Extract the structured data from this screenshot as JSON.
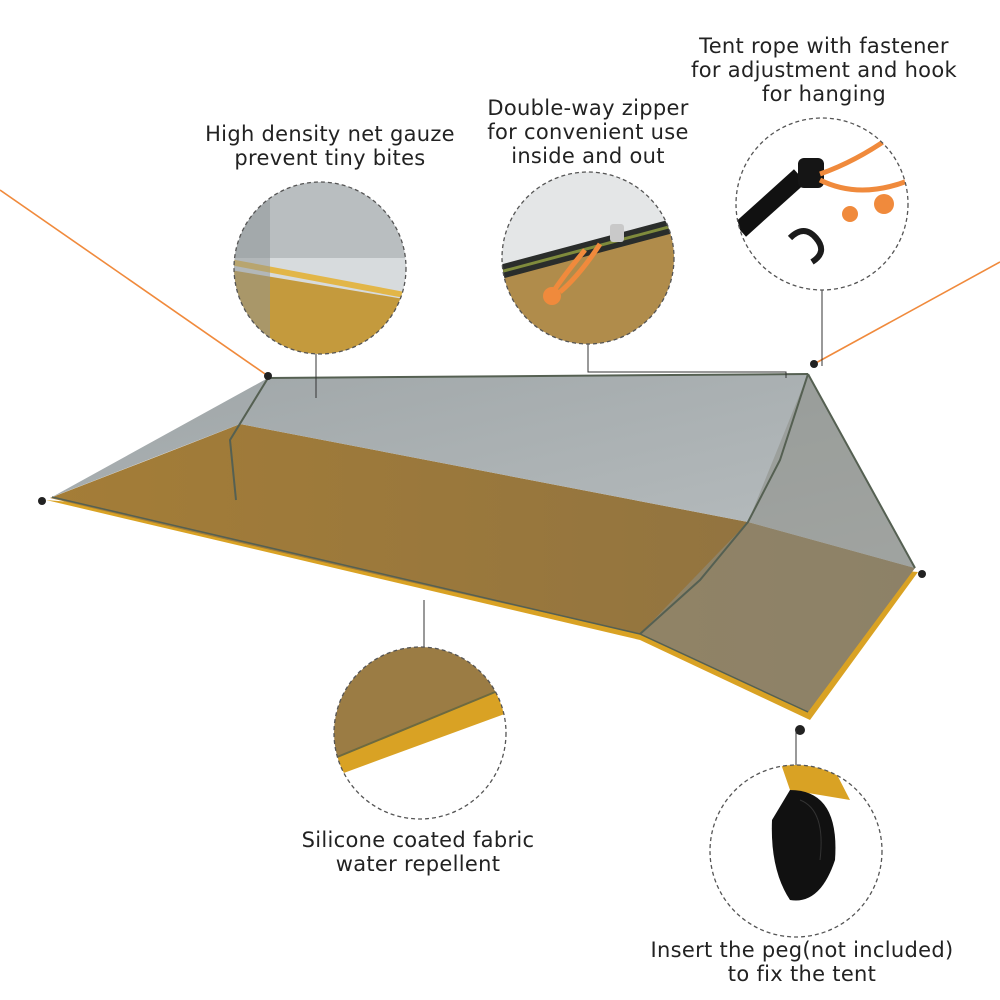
{
  "image": {
    "subject": "mosquito net tent",
    "colors": {
      "mesh": "#8d9496",
      "mesh_light": "#d7dbdd",
      "floor": "#a57f3a",
      "floor_edge": "#d9a224",
      "rope": "#f08a3c",
      "callout_border": "#555555",
      "webbing": "#111111"
    }
  },
  "callouts": [
    {
      "id": "gauze",
      "lines": [
        "High density net gauze",
        "prevent tiny bites"
      ]
    },
    {
      "id": "zipper",
      "lines": [
        "Double-way zipper",
        "for convenient use",
        "inside and out"
      ]
    },
    {
      "id": "rope",
      "lines": [
        "Tent rope with fastener",
        "for adjustment and hook",
        "for hanging"
      ]
    },
    {
      "id": "fabric",
      "lines": [
        "Silicone coated fabric",
        "water repellent"
      ]
    },
    {
      "id": "peg",
      "lines": [
        "Insert the peg(not included)",
        "to fix the tent"
      ]
    }
  ]
}
